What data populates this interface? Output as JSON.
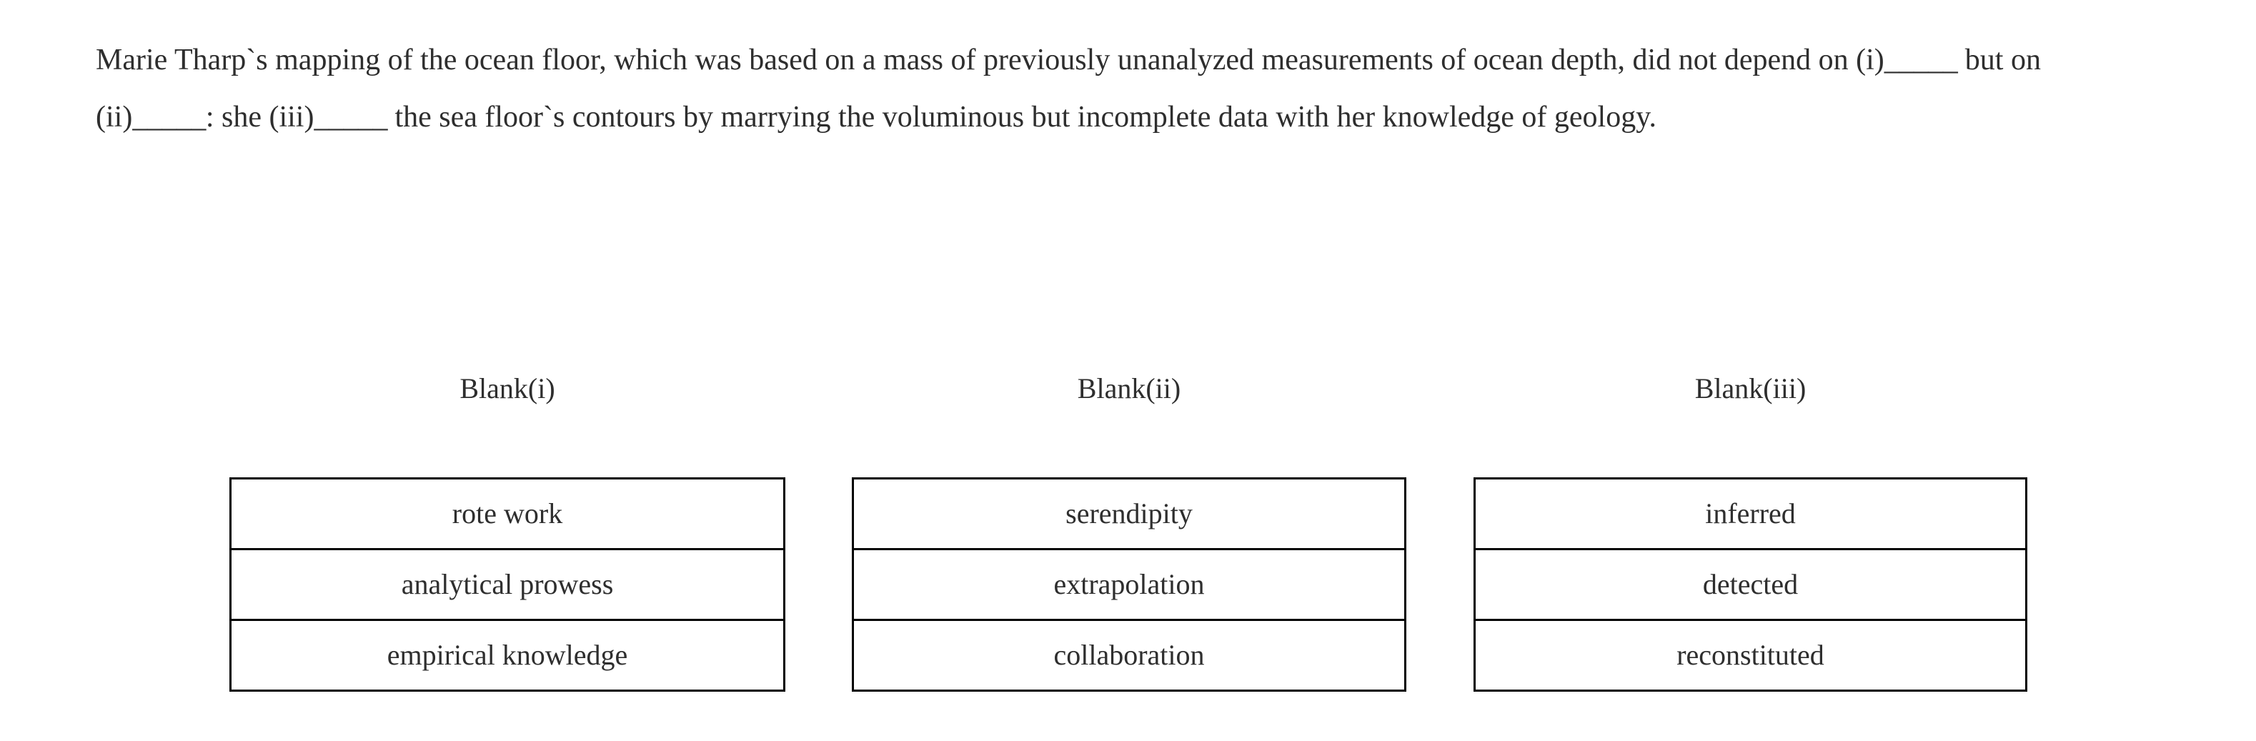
{
  "question": {
    "text": "Marie Tharp`s mapping of the ocean floor, which was based on a mass of previously unanalyzed measurements of ocean depth, did not depend on (i)_____ but on (ii)_____: she (iii)_____ the sea floor`s contours by marrying the voluminous but incomplete data with her knowledge of geology.",
    "segments": {
      "s1": "Marie Tharp`s mapping of the ocean floor, which was based on a mass of previously unanalyzed measurements of ocean depth, did not depend on (i)",
      "blank1": "_____",
      "s2": " but on (ii)",
      "blank2": "_____",
      "s3": ": she (iii)",
      "blank3": "_____",
      "s4": " the sea floor`s contours by marrying the voluminous but incomplete data with her knowledge of geology."
    }
  },
  "columns": [
    {
      "header": "Blank(i)",
      "options": [
        "rote work",
        "analytical prowess",
        "empirical knowledge"
      ]
    },
    {
      "header": "Blank(ii)",
      "options": [
        "serendipity",
        "extrapolation",
        "collaboration"
      ]
    },
    {
      "header": "Blank(iii)",
      "options": [
        "inferred",
        "detected",
        "reconstituted"
      ]
    }
  ],
  "colors": {
    "text": "#2e2e2e",
    "border": "#000000",
    "background": "#ffffff"
  }
}
